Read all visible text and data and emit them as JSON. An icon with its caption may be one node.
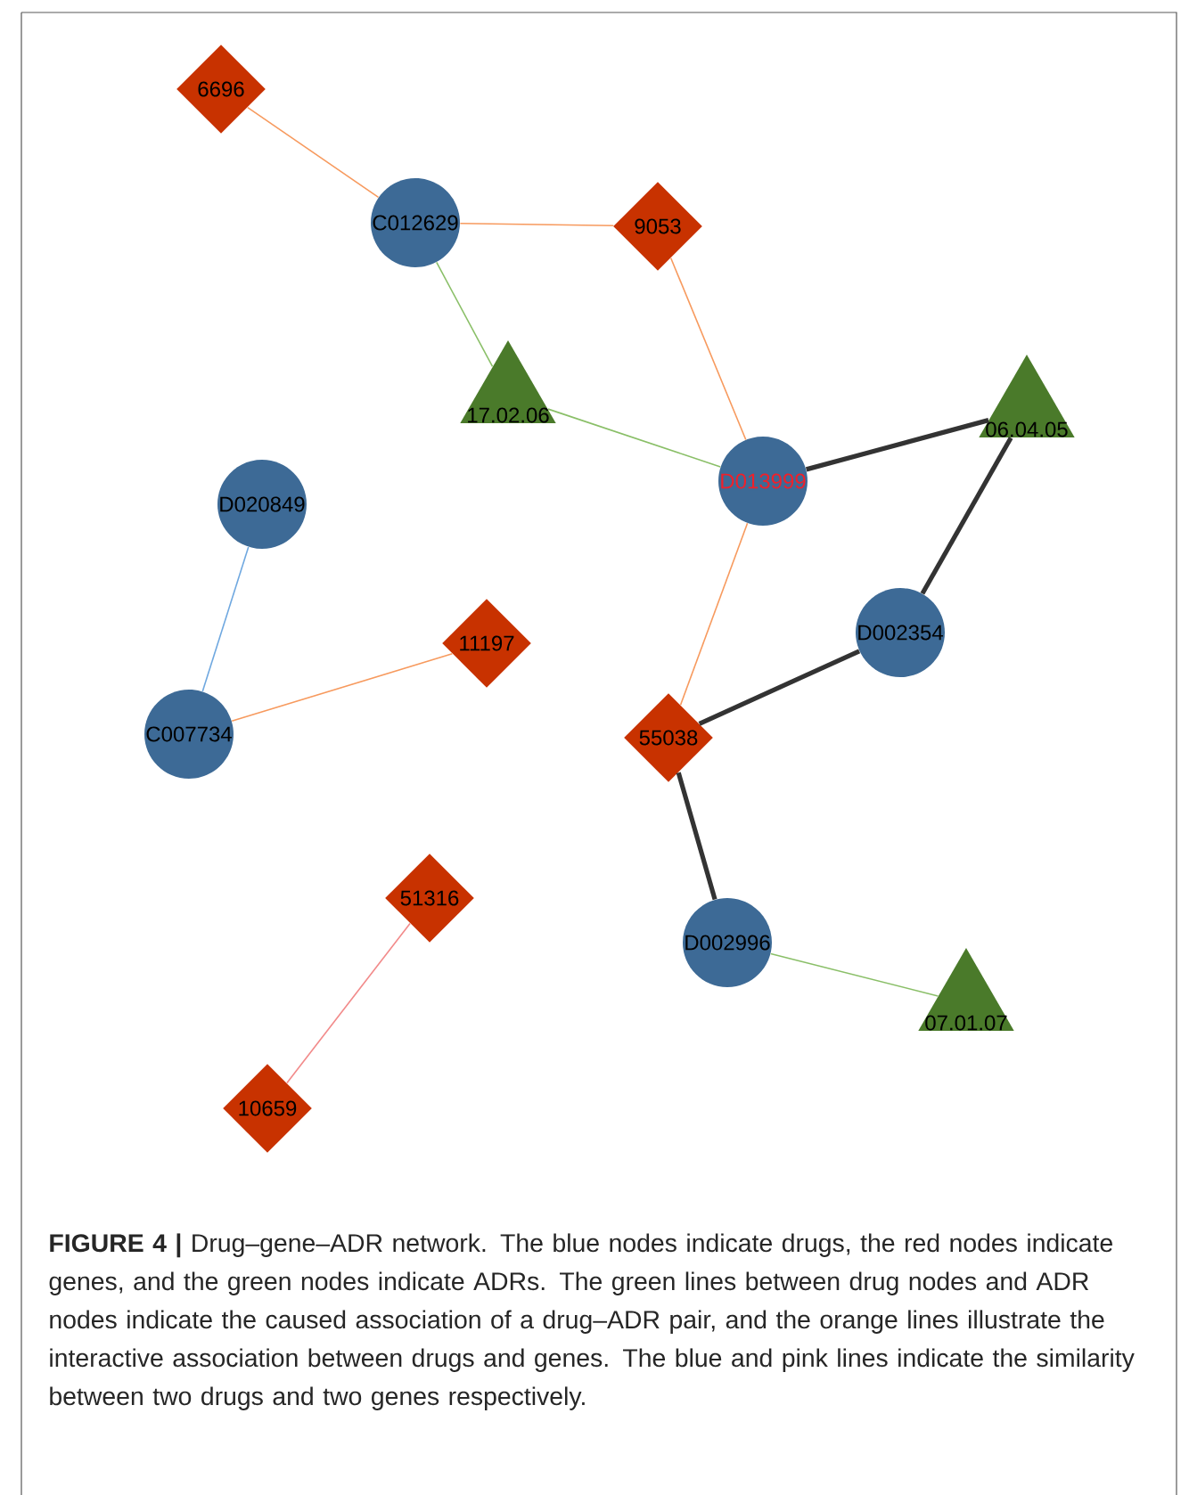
{
  "diagram": {
    "caption": "**FIGURE 4 |** Drug–gene–ADR network. The blue nodes indicate drugs, the red nodes indicate genes, and the green nodes indicate ADRs. The green lines between drug nodes and ADR nodes indicate the caused association of a drug–ADR pair, and the orange lines illustrate the interactive association between drugs and genes. The blue and pink lines indicate the similarity between two drugs and two genes respectively.",
    "nodes": [
      {
        "text": [
          "6696"
        ]
      },
      {
        "text": [
          "C012629"
        ]
      },
      {
        "text": [
          "9053"
        ]
      },
      {
        "text": [
          "17.02.06"
        ]
      },
      {
        "text": [
          "06.04.05"
        ]
      },
      {
        "text": [
          "D013999"
        ]
      },
      {
        "text": [
          "D020849"
        ]
      },
      {
        "text": [
          "11197"
        ]
      },
      {
        "text": [
          "D002354"
        ]
      },
      {
        "text": [
          "C007734"
        ]
      },
      {
        "text": [
          "55038"
        ]
      },
      {
        "text": [
          "51316"
        ]
      },
      {
        "text": [
          "D002996"
        ]
      },
      {
        "text": [
          "07.01.07"
        ]
      },
      {
        "text": [
          "10659"
        ]
      }
    ],
    "edges": [
      {
        "from": 0,
        "to": 1,
        "arrow": "none",
        "color": "#f79a5e"
      },
      {
        "from": 1,
        "to": 2,
        "arrow": "none",
        "color": "#f79a5e"
      },
      {
        "from": 1,
        "to": 3,
        "arrow": "none",
        "color": "#8abf68"
      },
      {
        "from": 3,
        "to": 5,
        "arrow": "none",
        "color": "#8abf68"
      },
      {
        "from": 2,
        "to": 5,
        "arrow": "none",
        "color": "#f79a5e"
      },
      {
        "from": 5,
        "to": 4,
        "arrow": "none",
        "style": "thick",
        "color": "#333333"
      },
      {
        "from": 8,
        "to": 4,
        "arrow": "none",
        "style": "thick",
        "color": "#333333"
      },
      {
        "from": 5,
        "to": 10,
        "arrow": "none",
        "color": "#f79a5e"
      },
      {
        "from": 8,
        "to": 10,
        "arrow": "none",
        "style": "thick",
        "color": "#333333"
      },
      {
        "from": 10,
        "to": 12,
        "arrow": "none",
        "style": "thick",
        "color": "#333333"
      },
      {
        "from": 12,
        "to": 13,
        "arrow": "none",
        "color": "#8abf68"
      },
      {
        "from": 6,
        "to": 9,
        "arrow": "none",
        "color": "#6fa8e0"
      },
      {
        "from": 9,
        "to": 7,
        "arrow": "none",
        "color": "#f79a5e"
      },
      {
        "from": 11,
        "to": 14,
        "arrow": "none",
        "color": "#f28a8a"
      }
    ]
  }
}
